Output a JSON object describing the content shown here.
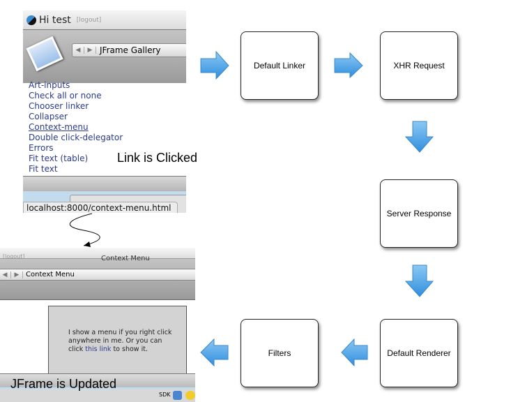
{
  "top_window": {
    "greeting": "Hi test",
    "logout": "[logout]",
    "nav_title": "JFrame Gallery",
    "links": [
      "Art-inputs",
      "Check all or none",
      "Chooser linker",
      "Collapser",
      "Context-menu",
      "Double click-delegator",
      "Errors",
      "Fit text",
      "Fit text"
    ],
    "link_suffix": "(table)",
    "status_url": "localhost:8000/context-menu.html"
  },
  "bottom_window": {
    "logout": "[logout]",
    "window_title": "Context Menu",
    "nav_title": "Context Menu",
    "content_text_1": "I show a menu if you right click anywhere in me. Or you can click",
    "content_link": "this link",
    "content_text_2": "to show it.",
    "sdk_label": "SDK"
  },
  "captions": {
    "link_clicked": "Link is Clicked",
    "jframe_updated": "JFrame is Updated"
  },
  "steps": [
    "Default Linker",
    "XHR Request",
    "Server Response",
    "Default Renderer",
    "Filters"
  ],
  "colors": {
    "arrow": "#4aa3e8",
    "link": "#2b3a8a"
  }
}
